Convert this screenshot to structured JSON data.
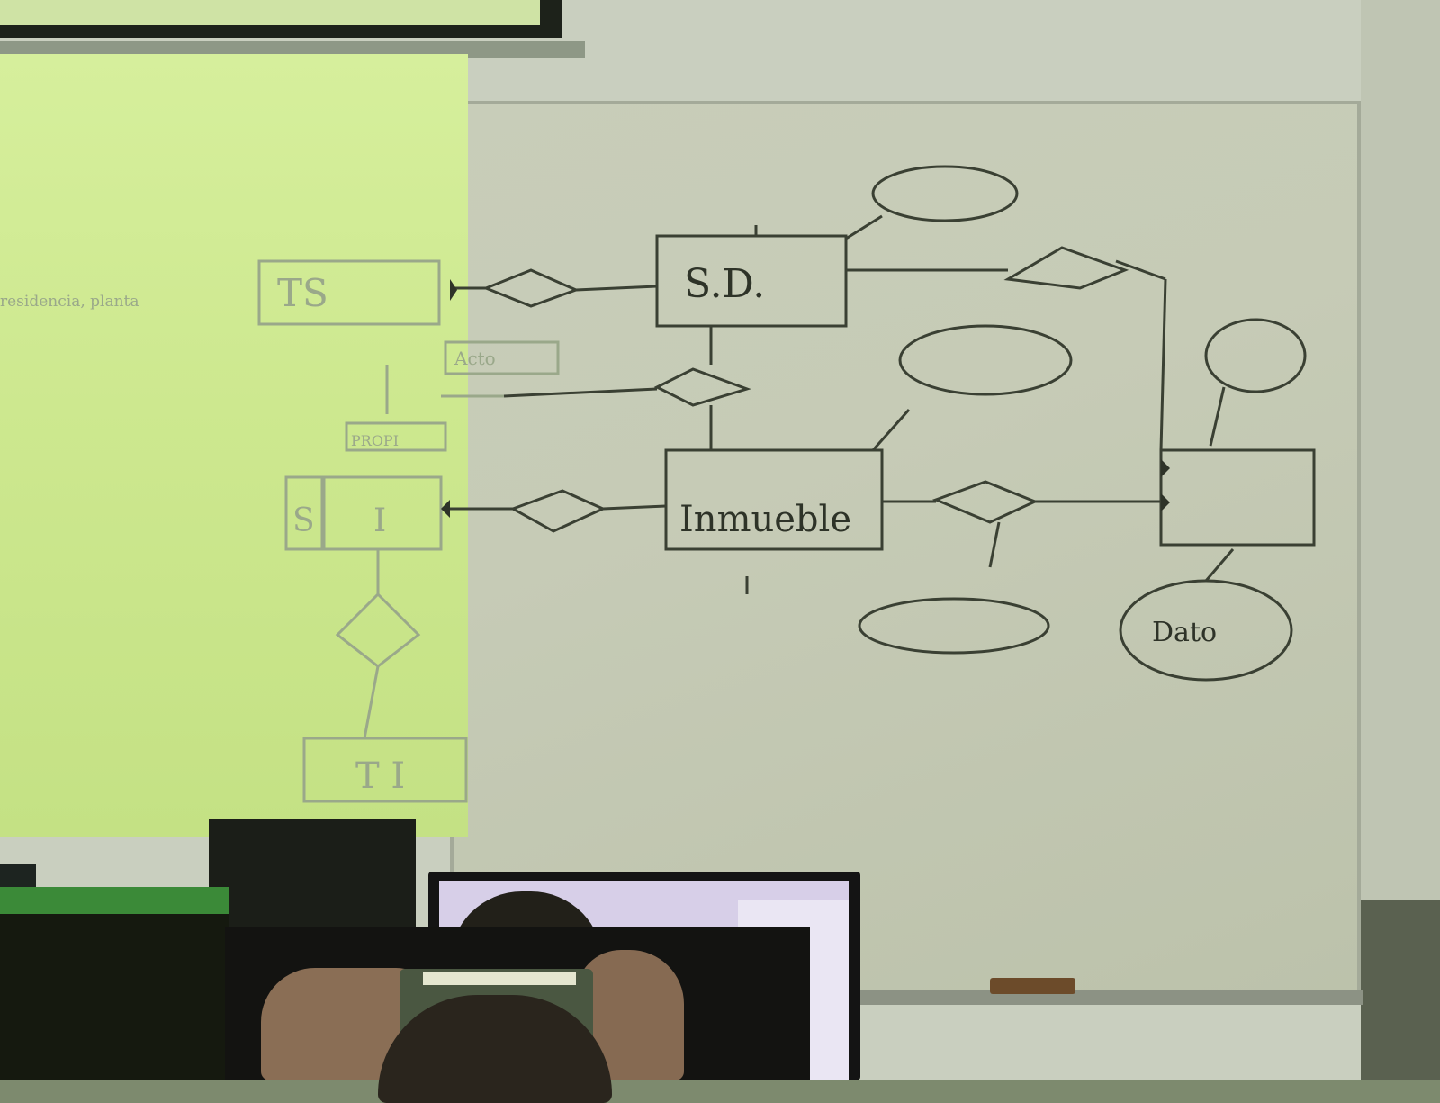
{
  "whiteboard": {
    "entities": [
      "TS",
      "S.D.",
      "Inmueble",
      "S",
      "I",
      "T I"
    ],
    "relationships": [
      "Acto"
    ],
    "attributes": [
      "Dato"
    ],
    "misc_labels": [
      "PROPI"
    ]
  },
  "projection": {
    "text": "residencia, planta"
  }
}
